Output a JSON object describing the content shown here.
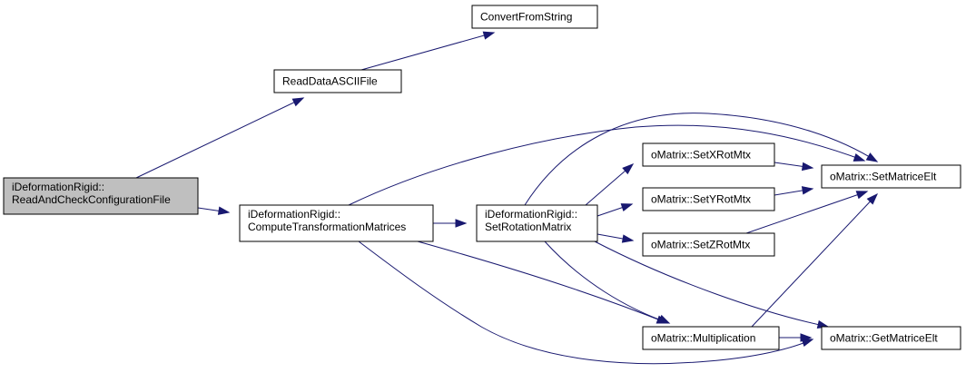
{
  "diagram": {
    "nodes": {
      "root": {
        "lines": [
          "iDeformationRigid::",
          "ReadAndCheckConfigurationFile"
        ],
        "highlight": true
      },
      "readdata": {
        "lines": [
          "ReadDataASCIIFile"
        ]
      },
      "convert": {
        "lines": [
          "ConvertFromString"
        ]
      },
      "compute": {
        "lines": [
          "iDeformationRigid::",
          "ComputeTransformationMatrices"
        ]
      },
      "setrot": {
        "lines": [
          "iDeformationRigid::",
          "SetRotationMatrix"
        ]
      },
      "setx": {
        "lines": [
          "oMatrix::SetXRotMtx"
        ]
      },
      "sety": {
        "lines": [
          "oMatrix::SetYRotMtx"
        ]
      },
      "setz": {
        "lines": [
          "oMatrix::SetZRotMtx"
        ]
      },
      "mult": {
        "lines": [
          "oMatrix::Multiplication"
        ]
      },
      "setelt": {
        "lines": [
          "oMatrix::SetMatriceElt"
        ]
      },
      "getelt": {
        "lines": [
          "oMatrix::GetMatriceElt"
        ]
      }
    },
    "edges": [
      {
        "from": "root",
        "to": "readdata"
      },
      {
        "from": "root",
        "to": "compute"
      },
      {
        "from": "readdata",
        "to": "convert"
      },
      {
        "from": "compute",
        "to": "setelt"
      },
      {
        "from": "compute",
        "to": "setrot"
      },
      {
        "from": "compute",
        "to": "mult"
      },
      {
        "from": "compute",
        "to": "getelt"
      },
      {
        "from": "setrot",
        "to": "setx"
      },
      {
        "from": "setrot",
        "to": "sety"
      },
      {
        "from": "setrot",
        "to": "setz"
      },
      {
        "from": "setrot",
        "to": "setelt"
      },
      {
        "from": "setrot",
        "to": "mult"
      },
      {
        "from": "setrot",
        "to": "getelt"
      },
      {
        "from": "setx",
        "to": "setelt"
      },
      {
        "from": "sety",
        "to": "setelt"
      },
      {
        "from": "setz",
        "to": "setelt"
      },
      {
        "from": "mult",
        "to": "setelt"
      },
      {
        "from": "mult",
        "to": "getelt"
      }
    ],
    "colors": {
      "edge": "#191970",
      "root_fill": "#bfbfbf",
      "node_fill": "#ffffff",
      "border": "#000000"
    }
  }
}
